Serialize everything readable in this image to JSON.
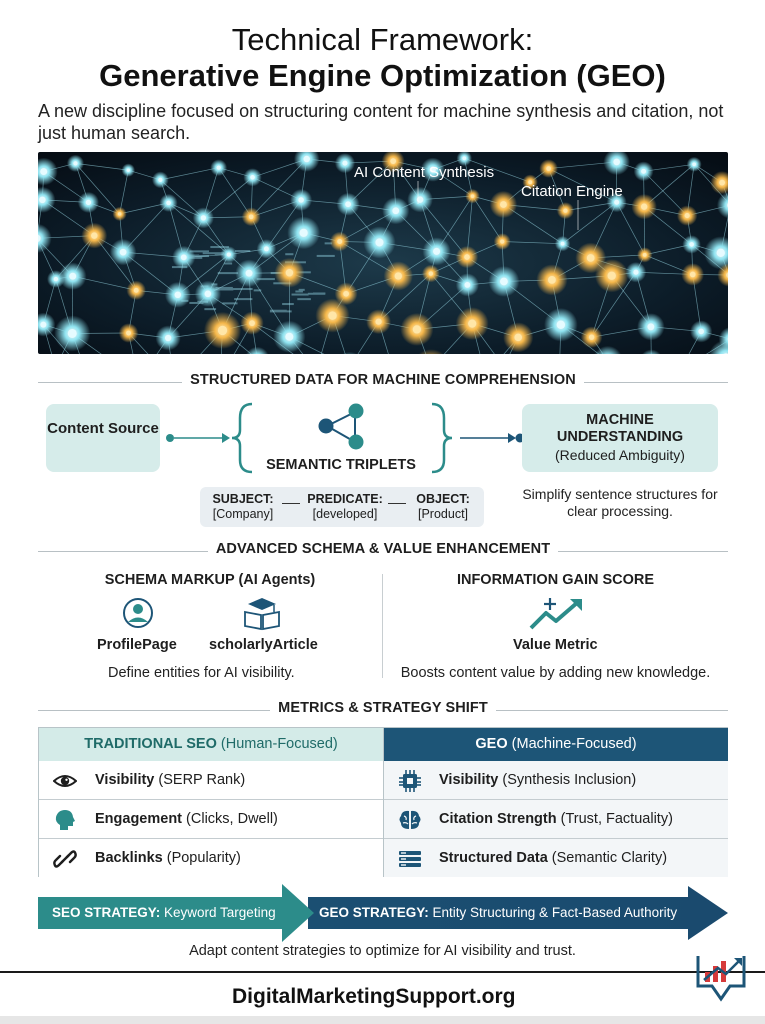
{
  "header": {
    "title_line1": "Technical Framework:",
    "title_line2": "Generative Engine Optimization (GEO)",
    "subtitle": "A new discipline focused on structuring content for machine synthesis and citation, not just human search."
  },
  "hero": {
    "label_synthesis": "AI Content Synthesis",
    "label_citation": "Citation Engine"
  },
  "structured": {
    "heading": "STRUCTURED DATA FOR MACHINE COMPREHENSION",
    "content_source": "Content Source",
    "semantic_triplets": "SEMANTIC TRIPLETS",
    "subject_label": "SUBJECT:",
    "subject_value": "[Company]",
    "predicate_label": "PREDICATE:",
    "predicate_value": "[developed]",
    "object_label": "OBJECT:",
    "object_value": "[Product]",
    "machine_heading": "MACHINE UNDERSTANDING",
    "machine_sub": "(Reduced Ambiguity)",
    "machine_note": "Simplify sentence structures for clear processing."
  },
  "schema": {
    "heading": "ADVANCED SCHEMA & VALUE ENHANCEMENT",
    "left_heading": "SCHEMA MARKUP (AI Agents)",
    "profile_label": "ProfilePage",
    "scholarly_label": "scholarlyArticle",
    "left_note": "Define entities for AI visibility.",
    "right_heading": "INFORMATION GAIN SCORE",
    "value_metric": "Value Metric",
    "right_note": "Boosts content value by adding new knowledge."
  },
  "metrics": {
    "heading": "METRICS & STRATEGY SHIFT",
    "seo_title": "TRADITIONAL SEO",
    "seo_sub": " (Human-Focused)",
    "geo_title": "GEO",
    "geo_sub": " (Machine-Focused)",
    "rows": [
      {
        "left_bold": "Visibility",
        "left_rest": " (SERP Rank)",
        "right_bold": "Visibility",
        "right_rest": " (Synthesis Inclusion)"
      },
      {
        "left_bold": "Engagement",
        "left_rest": " (Clicks, Dwell)",
        "right_bold": "Citation Strength",
        "right_rest": " (Trust, Factuality)"
      },
      {
        "left_bold": "Backlinks",
        "left_rest": " (Popularity)",
        "right_bold": "Structured Data",
        "right_rest": " (Semantic Clarity)"
      }
    ]
  },
  "strategy": {
    "seo_bold": "SEO STRATEGY:",
    "seo_rest": " Keyword Targeting",
    "geo_bold": "GEO STRATEGY:",
    "geo_rest": " Entity Structuring & Fact-Based Authority",
    "note": "Adapt content strategies to optimize for AI visibility and trust."
  },
  "footer": {
    "brand": "DigitalMarketingSupport.org"
  },
  "colors": {
    "teal_light": "#d6ecea",
    "teal_dark": "#2c8c8a",
    "navy": "#1d5577",
    "node_orange": "#f5b74a",
    "node_cyan": "#8fe3f0"
  }
}
